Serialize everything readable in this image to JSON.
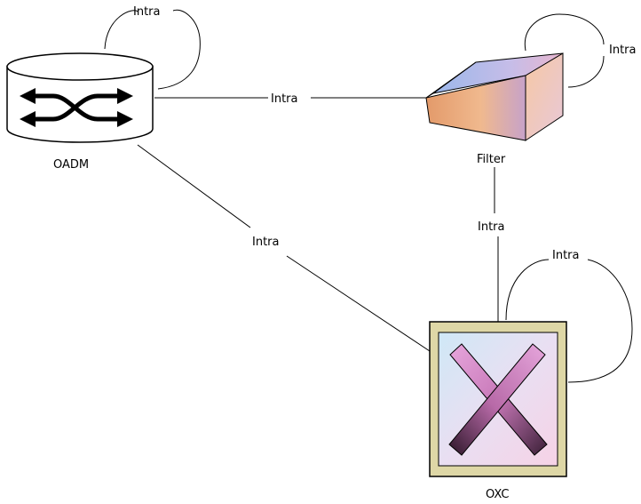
{
  "nodes": {
    "oadm": {
      "label": "OADM",
      "icon": "oadm-switch-icon"
    },
    "filter": {
      "label": "Filter",
      "icon": "optical-filter-prism-icon"
    },
    "oxc": {
      "label": "OXC",
      "icon": "cross-connect-icon"
    }
  },
  "links": {
    "oadm_self": "Intra",
    "oadm_filter": "Intra",
    "filter_self": "Intra",
    "oadm_oxc": "Intra",
    "filter_oxc": "Intra",
    "oxc_self": "Intra"
  }
}
